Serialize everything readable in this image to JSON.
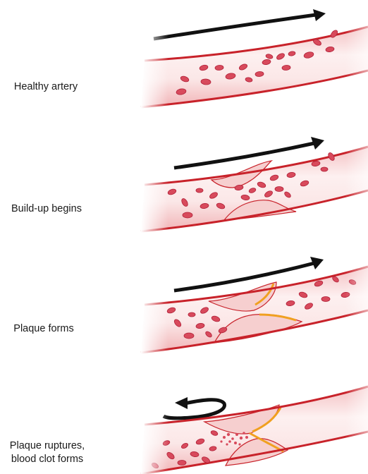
{
  "stages": [
    {
      "label": "Healthy artery",
      "flow": "forward"
    },
    {
      "label": "Build-up begins",
      "flow": "forward"
    },
    {
      "label": "Plaque forms",
      "flow": "forward"
    },
    {
      "label": "Plaque ruptures,\nblood clot forms",
      "label_line1": "Plaque ruptures,",
      "label_line2": "blood clot forms",
      "flow": "blocked"
    }
  ],
  "colors": {
    "artery_wall": "#c8222a",
    "lumen_light": "#fbe9e9",
    "lumen_dark": "#f3b9bb",
    "blood_cell": "#d84a5c",
    "blood_cell_edge": "#b02038",
    "plaque": "#f6cfcf",
    "rupture": "#f0a020",
    "arrow": "#111111"
  }
}
